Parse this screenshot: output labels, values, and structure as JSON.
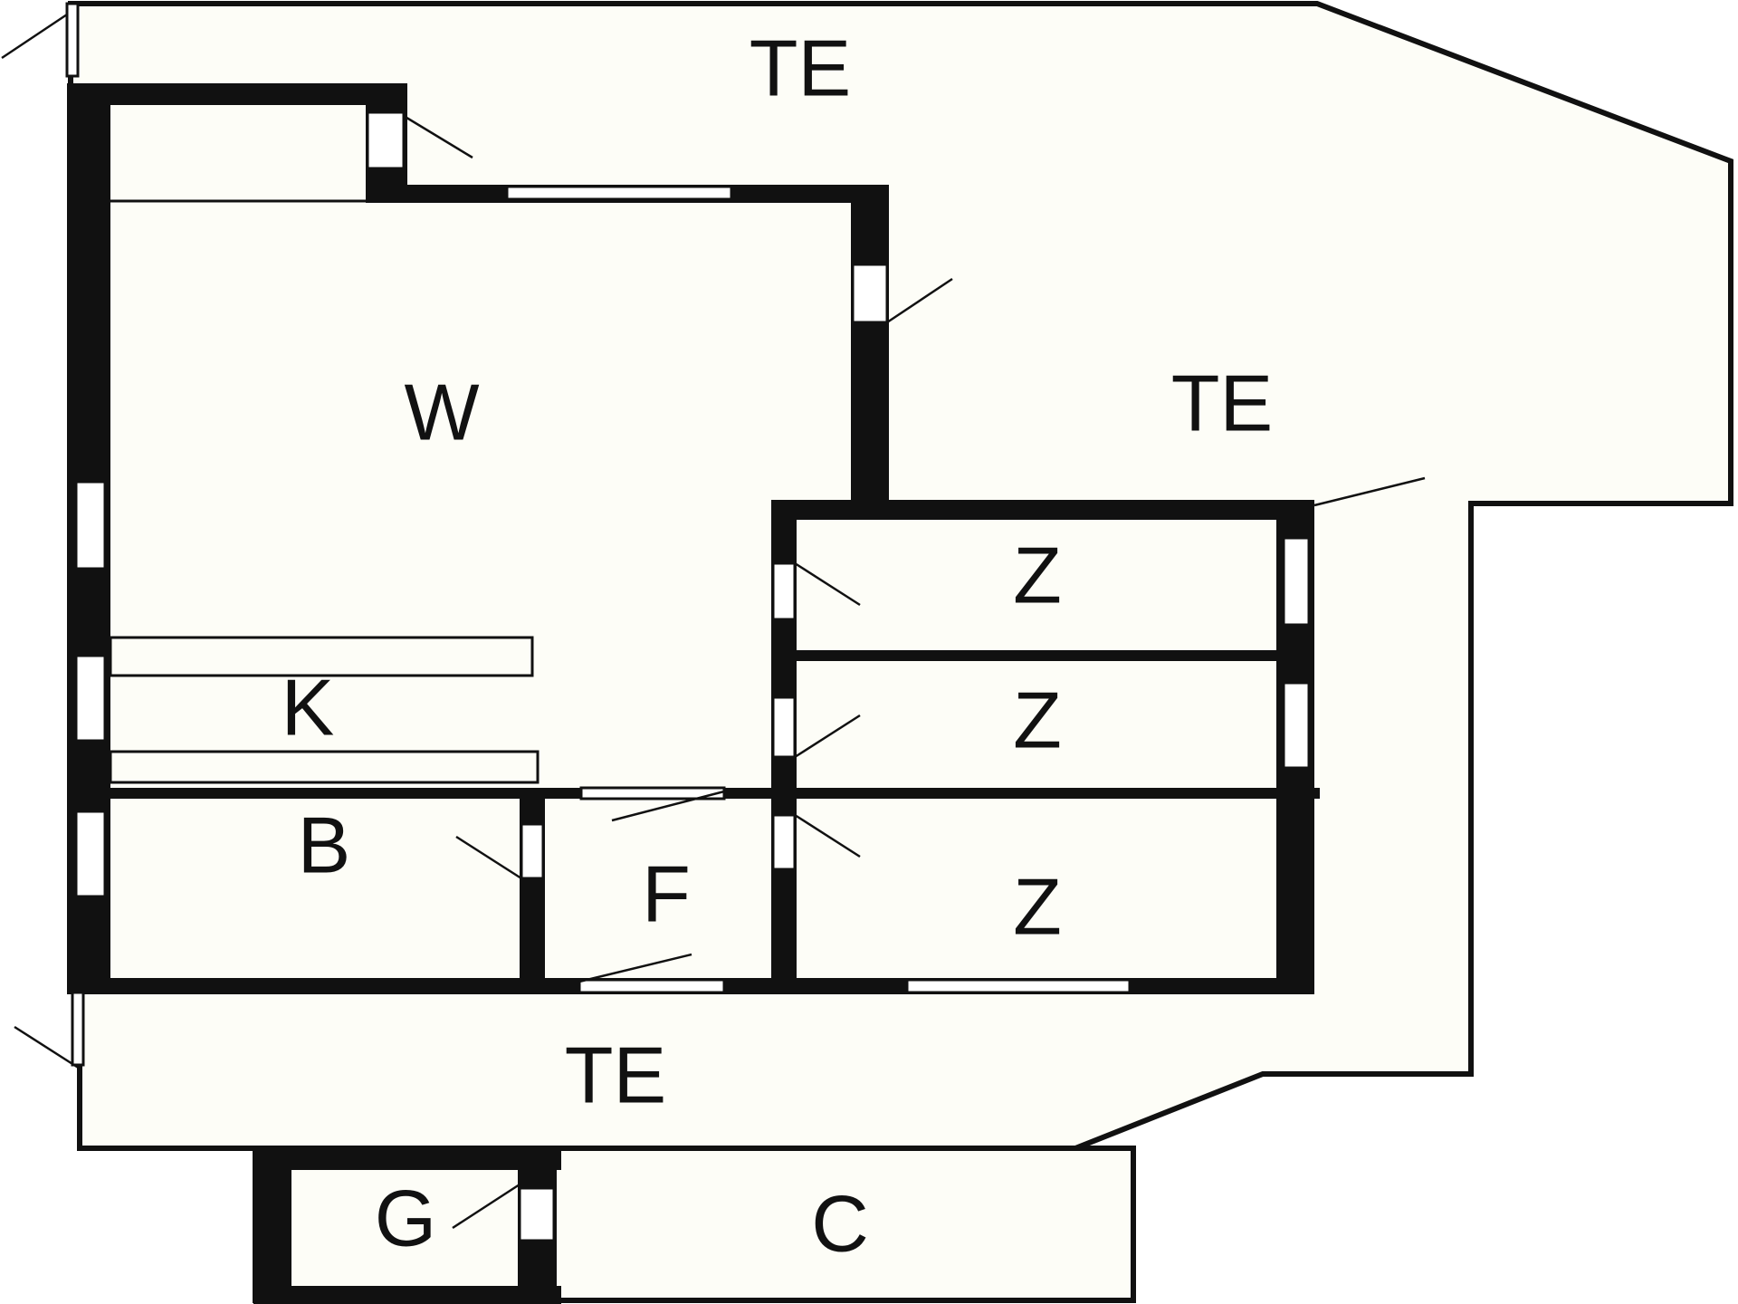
{
  "colors": {
    "background": "#ffffff",
    "floor": "#fdfdf7",
    "wall": "#111111"
  },
  "rooms": {
    "terrace_top": "TE",
    "terrace_right": "TE",
    "terrace_bottom": "TE",
    "living": "W",
    "kitchen": "K",
    "bath": "B",
    "hall": "F",
    "bedroom_1": "Z",
    "bedroom_2": "Z",
    "bedroom_3": "Z",
    "garage": "G",
    "carport": "C"
  }
}
